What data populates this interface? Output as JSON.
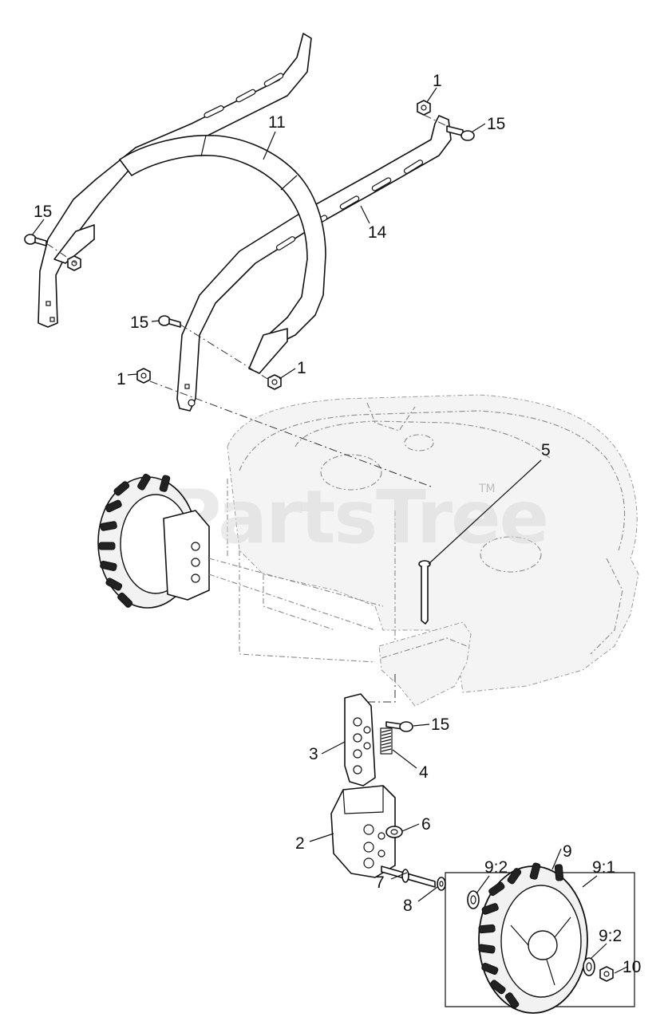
{
  "watermark": {
    "text": "PartsTree",
    "trademark": "TM"
  },
  "callouts": {
    "c1_top": "1",
    "c15_top_right": "15",
    "c11": "11",
    "c15_left": "15",
    "c14": "14",
    "c15_mid": "15",
    "c1_left": "1",
    "c1_mid": "1",
    "c5": "5",
    "c15_lower": "15",
    "c3": "3",
    "c4": "4",
    "c6": "6",
    "c9": "9",
    "c2": "2",
    "c9_2_left": "9:2",
    "c9_1": "9:1",
    "c7": "7",
    "c8": "8",
    "c9_2_right": "9:2",
    "c10": "10"
  }
}
